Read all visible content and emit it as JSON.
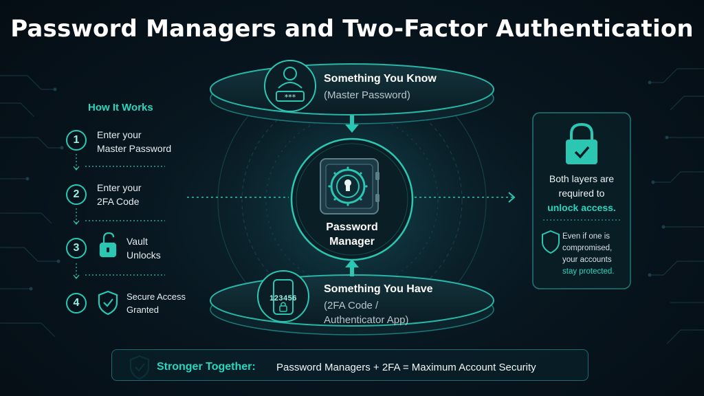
{
  "title": "Password Managers and Two-Factor Authentication",
  "how_it_works": {
    "heading": "How It Works",
    "steps": [
      {
        "number": "1",
        "line1": "Enter your",
        "line2": "Master Password"
      },
      {
        "number": "2",
        "line1": "Enter your",
        "line2": "2FA Code"
      },
      {
        "number": "3",
        "line1": "Vault",
        "line2": "Unlocks",
        "icon": "unlock-icon"
      },
      {
        "number": "4",
        "line1": "Secure Access",
        "line2": "Granted",
        "icon": "shield-check-icon"
      }
    ]
  },
  "top_layer": {
    "title": "Something You Know",
    "subtitle": "(Master Password)",
    "icon": "user-password-icon"
  },
  "center": {
    "line1": "Password",
    "line2": "Manager",
    "icon": "vault-icon"
  },
  "bottom_layer": {
    "title": "Something You Have",
    "subtitle_line1": "(2FA Code /",
    "subtitle_line2": "Authenticator App)",
    "code": "123456",
    "icon": "phone-lock-icon"
  },
  "right_panel": {
    "line1": "Both layers are",
    "line2": "required to",
    "line3_accent": "unlock access.",
    "note_line1": "Even if one is",
    "note_line2": "compromised,",
    "note_line3": "your accounts",
    "note_line4_accent": "stay protected.",
    "icons": [
      "padlock-check-icon",
      "shield-icon"
    ]
  },
  "footer": {
    "strong": "Stronger Together:",
    "text": "Password Managers + 2FA = Maximum Account Security",
    "icon": "shield-check-icon"
  },
  "colors": {
    "accent": "#29d6bf",
    "background": "#07141c",
    "outline": "#1f6a6f"
  }
}
